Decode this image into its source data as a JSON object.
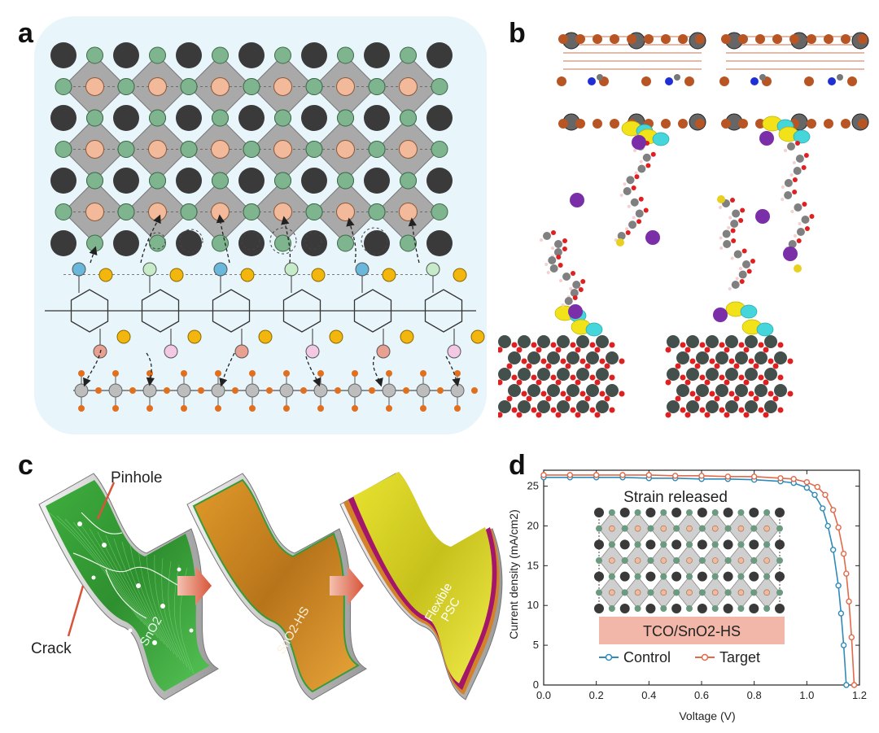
{
  "panels": {
    "a": {
      "letter": "a"
    },
    "b": {
      "letter": "b"
    },
    "c": {
      "letter": "c",
      "labels": {
        "pinhole": "Pinhole",
        "crack": "Crack",
        "sno2": "SnO2",
        "sno2_hs": "SnO2-HS",
        "flexible_psc_line1": "Flexible",
        "flexible_psc_line2": "PSC"
      }
    },
    "d": {
      "letter": "d",
      "inset_title": "Strain released",
      "inset_substrate": "TCO/SnO2-HS"
    }
  },
  "colors": {
    "control": "#2f8bb8",
    "target": "#e06a4a",
    "octahedron": "#a9a9a9",
    "halide": "#7fb58e",
    "lead": "#f2b99b",
    "cation": "#3a3a3a",
    "panel_a_bg": "#e8f5fb"
  },
  "chart_data": {
    "type": "line",
    "xlabel": "Voltage (V)",
    "ylabel": "Current density (mA/cm2)",
    "xlim": [
      0,
      1.2
    ],
    "ylim": [
      0,
      27
    ],
    "xticks": [
      "0.0",
      "0.2",
      "0.4",
      "0.6",
      "0.8",
      "1.0",
      "1.2"
    ],
    "yticks": [
      "0",
      "5",
      "10",
      "15",
      "20",
      "25"
    ],
    "legend_position": "bottom-center",
    "series": [
      {
        "name": "Control",
        "color": "#2f8bb8",
        "x": [
          0.0,
          0.1,
          0.2,
          0.3,
          0.4,
          0.5,
          0.6,
          0.7,
          0.8,
          0.9,
          0.95,
          1.0,
          1.03,
          1.06,
          1.08,
          1.1,
          1.12,
          1.13,
          1.14,
          1.15
        ],
        "y": [
          26.1,
          26.1,
          26.1,
          26.1,
          26.0,
          26.0,
          25.9,
          25.9,
          25.8,
          25.6,
          25.4,
          24.8,
          23.9,
          22.2,
          20.0,
          17.0,
          12.5,
          9.0,
          5.0,
          0.0
        ]
      },
      {
        "name": "Target",
        "color": "#e06a4a",
        "x": [
          0.0,
          0.1,
          0.2,
          0.3,
          0.4,
          0.5,
          0.6,
          0.7,
          0.8,
          0.9,
          0.95,
          1.0,
          1.04,
          1.07,
          1.1,
          1.12,
          1.14,
          1.15,
          1.16,
          1.17,
          1.18
        ],
        "y": [
          26.4,
          26.4,
          26.4,
          26.4,
          26.4,
          26.3,
          26.3,
          26.2,
          26.2,
          26.0,
          25.9,
          25.5,
          24.9,
          23.9,
          22.0,
          19.8,
          16.5,
          14.0,
          10.5,
          6.0,
          0.0
        ]
      }
    ]
  }
}
